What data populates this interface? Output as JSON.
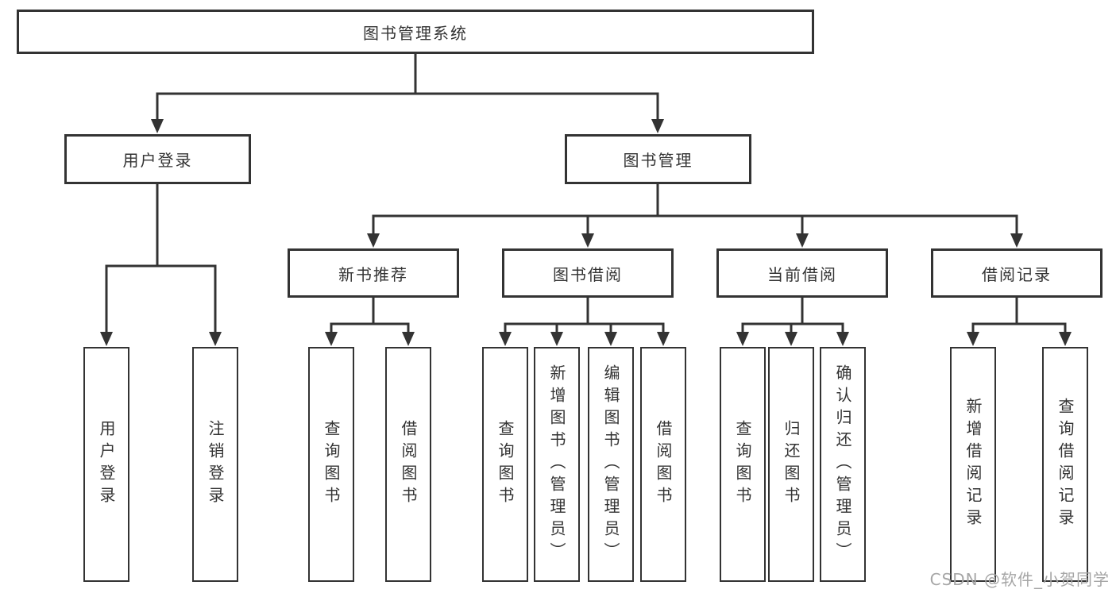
{
  "diagram": {
    "root": {
      "label": "图书管理系统"
    },
    "level2": [
      {
        "label": "用户登录"
      },
      {
        "label": "图书管理"
      }
    ],
    "level3": [
      {
        "label": "新书推荐"
      },
      {
        "label": "图书借阅"
      },
      {
        "label": "当前借阅"
      },
      {
        "label": "借阅记录"
      }
    ],
    "leaves": [
      {
        "label": "用户登录"
      },
      {
        "label": "注销登录"
      },
      {
        "label": "查询图书"
      },
      {
        "label": "借阅图书"
      },
      {
        "label": "查询图书"
      },
      {
        "label": "新增图书（管理员）"
      },
      {
        "label": "编辑图书（管理员）"
      },
      {
        "label": "借阅图书"
      },
      {
        "label": "查询图书"
      },
      {
        "label": "归还图书"
      },
      {
        "label": "确认归还（管理员）"
      },
      {
        "label": "新增借阅记录"
      },
      {
        "label": "查询借阅记录"
      }
    ],
    "watermark": "CSDN @软件_小贺同学",
    "colors": {
      "line": "#333333",
      "text": "#333333",
      "watermark": "#a6a6a6",
      "background": "#ffffff"
    }
  }
}
